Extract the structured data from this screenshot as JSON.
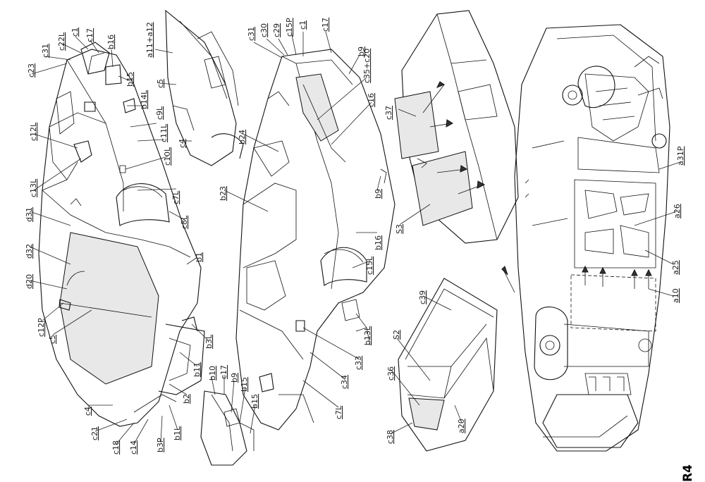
{
  "page_label": "R4",
  "figures": {
    "fig1": {
      "labels": [
        "c23",
        "c31",
        "c22L",
        "c1",
        "c17",
        "b16",
        "b15",
        "c9L",
        "b14L",
        "c11L",
        "c10L",
        "c12L",
        "c7L",
        "c13L",
        "c8L",
        "d31",
        "d32",
        "d20",
        "c12P",
        "c5",
        "b1",
        "b3L",
        "b11",
        "b2",
        "c4",
        "c21",
        "c18",
        "c14",
        "b3P",
        "b1L"
      ]
    },
    "fig2": {
      "labels": [
        "a11+a12",
        "c5",
        "c4"
      ]
    },
    "fig3": {
      "labels": [
        "c31",
        "c30",
        "c29",
        "c15P",
        "c1",
        "c17",
        "b9",
        "c35+c20",
        "c16",
        "b24",
        "b23",
        "b9",
        "b16",
        "c15L",
        "b13L",
        "c33",
        "c34",
        "c7L"
      ]
    },
    "fig4": {
      "labels": [
        "c37",
        "S3"
      ]
    },
    "fig5": {
      "labels": [
        "c39",
        "S2",
        "c36",
        "c38",
        "a20"
      ]
    },
    "fig6": {
      "labels": [
        "b10",
        "c17",
        "b9",
        "b15",
        "b15"
      ]
    },
    "fig7": {
      "labels": [
        "a31P",
        "a26",
        "a25",
        "a10"
      ]
    }
  }
}
